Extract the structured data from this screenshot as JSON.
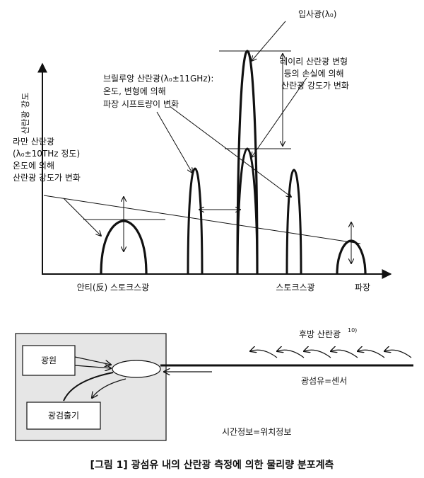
{
  "spectrum": {
    "axis_y_label": "산란광 강도",
    "axis_x_label": "파장",
    "incident_label": "입사광(λ₀)",
    "rayleigh_note": [
      "레이리 산란광 변형",
      "등의 손실에 의해",
      "산란광 강도가 변화"
    ],
    "brillouin_note": [
      "브릴루앙 산란광(λ₀±11GHz):",
      "온도, 변형에 의해",
      "파장 시프트량이 변화"
    ],
    "raman_note": [
      "라만 산란광",
      "(λ₀±10THz 정도)",
      "온도에 의해",
      "산란광 강도가 변화"
    ],
    "anti_stokes_label": "안티(反) 스토크스광",
    "stokes_label": "스토크스광"
  },
  "system": {
    "light_source": "광원",
    "detector": "광검출기",
    "backscatter_label": "후방 산란광",
    "backscatter_ref": "10)",
    "fiber_label": "광섬유=센서",
    "time_position": "시간정보=위치정보"
  },
  "caption": "[그림 1] 광섬유 내의 산란광 측정에 의한 물리량 분포계측"
}
